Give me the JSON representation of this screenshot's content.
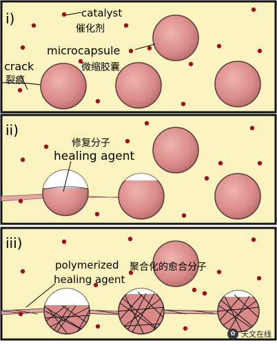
{
  "panels": [
    {
      "label": "i)",
      "labels": {
        "catalyst_en": "catalyst",
        "catalyst_cn": "催化剂",
        "microcapsule_en": "microcapsule",
        "microcapsule_cn": "微缩胶囊",
        "crack_en": "crack",
        "crack_cn": "裂痕"
      }
    },
    {
      "label": "ii)",
      "labels": {
        "healing_cn": "修复分子",
        "healing_en": "healing agent"
      }
    },
    {
      "label": "iii)",
      "labels": {
        "polymerized_en_1": "polymerized",
        "polymerized_en_2": "healing agent",
        "polymerized_cn": "聚合化的愈合分子"
      }
    }
  ],
  "watermark": {
    "text": "天文在线",
    "icon": "wechat-icon"
  },
  "colors": {
    "panel_bg": "#fbf3bf",
    "border": "#111111",
    "capsule_fill": "#d98a88",
    "capsule_stroke": "#5a3a3a",
    "catalyst": "#9e1020",
    "crack": "#e8a6a2",
    "white_cap": "#ffffff"
  }
}
